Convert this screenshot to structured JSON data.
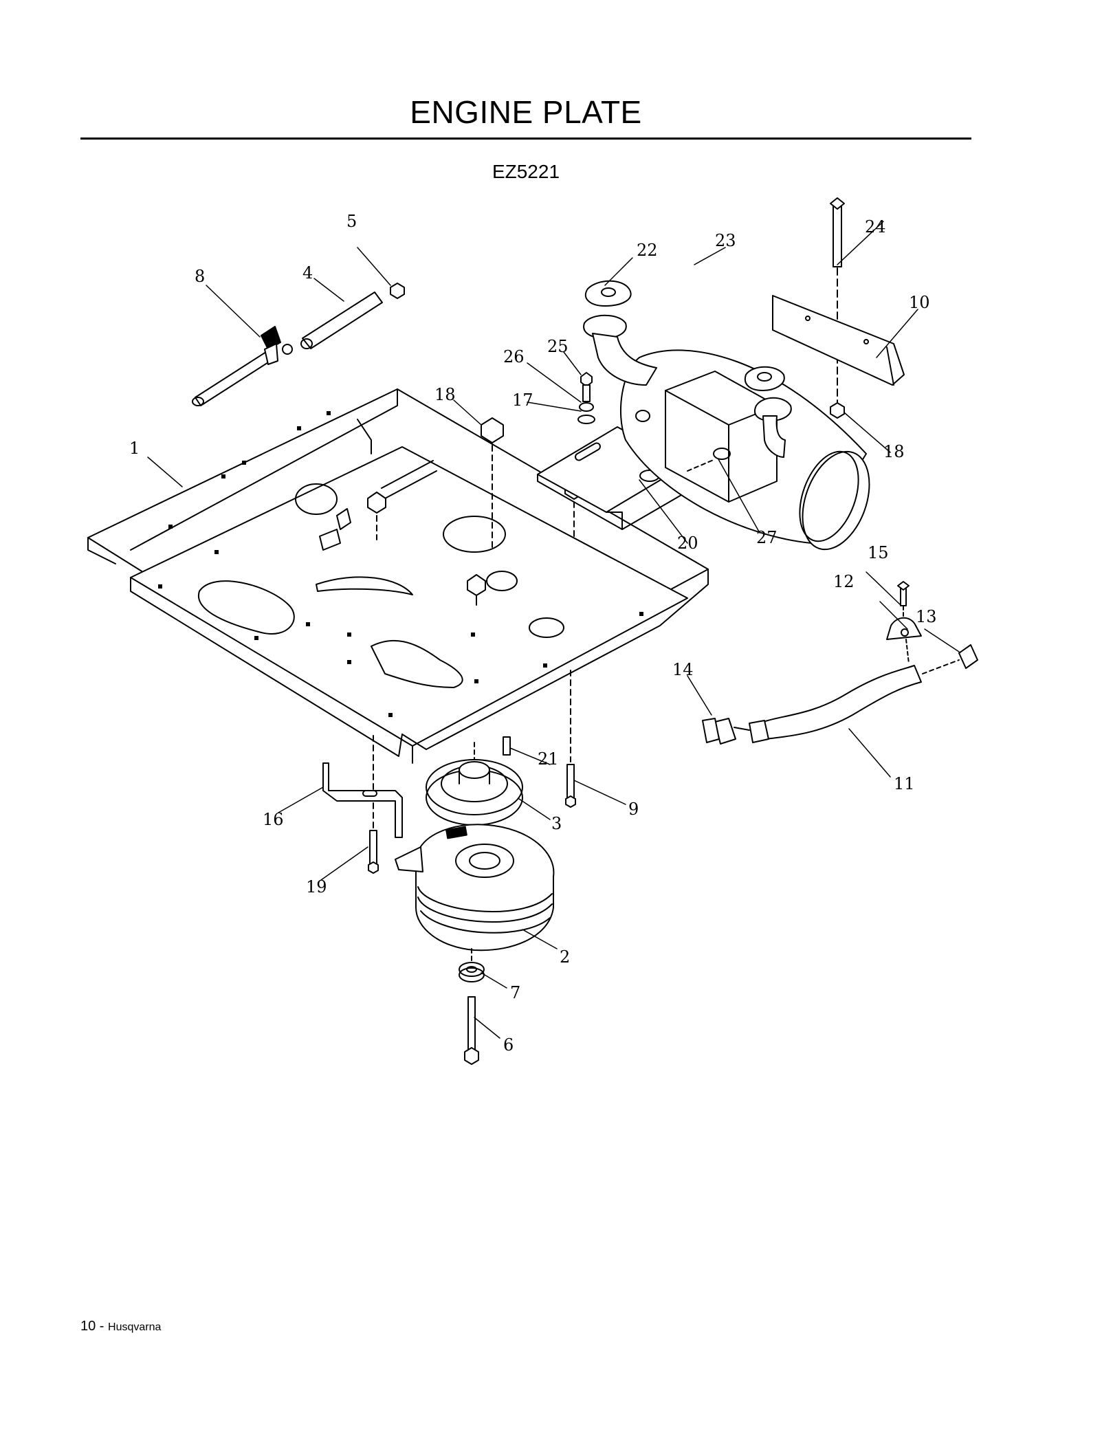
{
  "page": {
    "title": "ENGINE PLATE",
    "model": "EZ5221",
    "footer_page_number": "10",
    "footer_separator": " - ",
    "footer_brand": "Husqvarna"
  },
  "callouts": [
    "1",
    "2",
    "3",
    "4",
    "5",
    "6",
    "7",
    "8",
    "9",
    "10",
    "11",
    "12",
    "13",
    "14",
    "15",
    "16",
    "17",
    "18",
    "18",
    "19",
    "20",
    "21",
    "22",
    "23",
    "24",
    "25",
    "26",
    "27"
  ]
}
